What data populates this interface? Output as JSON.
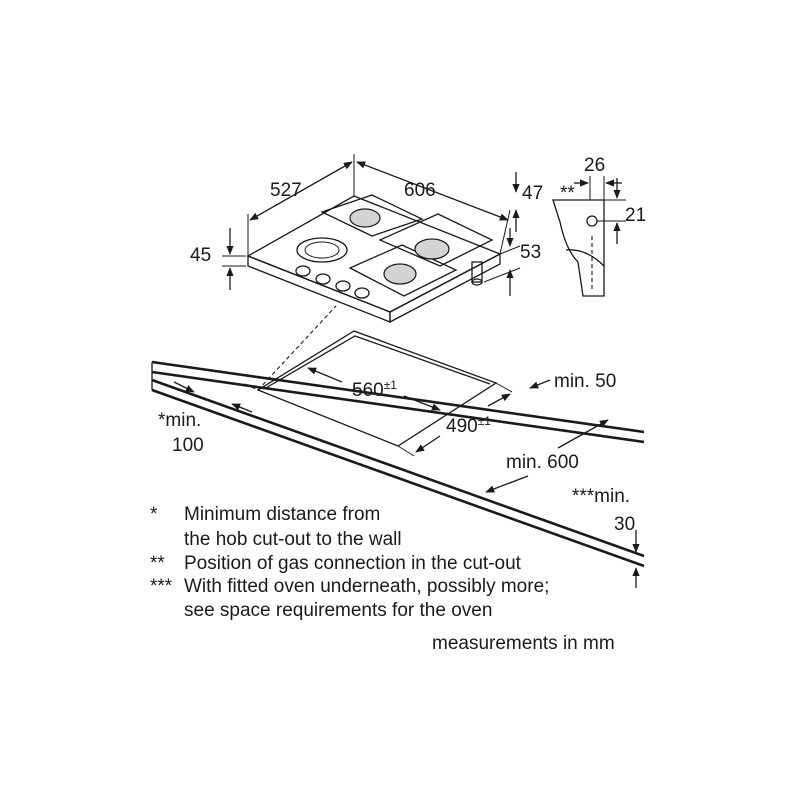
{
  "hob": {
    "width": "527",
    "depth": "606",
    "height_left": "45",
    "height_right_top": "47",
    "height_right_bottom": "53"
  },
  "gas_connection": {
    "marker": "**",
    "offset_horizontal": "26",
    "offset_vertical": "21"
  },
  "cutout": {
    "width_value": "560",
    "width_tolerance": "±1",
    "depth_value": "490",
    "depth_tolerance": "±1",
    "min_back": "min. 50",
    "min_front": "min. 600",
    "min_wall_line1": "*min.",
    "min_wall_line2": "100",
    "min_thickness_line1": "***min.",
    "min_thickness_line2": "30"
  },
  "notes": [
    {
      "marker": "*",
      "lines": [
        "Minimum distance from",
        "the hob cut-out to the wall"
      ]
    },
    {
      "marker": "**",
      "lines": [
        "Position of gas connection in the cut-out"
      ]
    },
    {
      "marker": "***",
      "lines": [
        "With fitted oven underneath, possibly more;",
        "see space requirements for the oven"
      ]
    }
  ],
  "units_note": "measurements in mm"
}
